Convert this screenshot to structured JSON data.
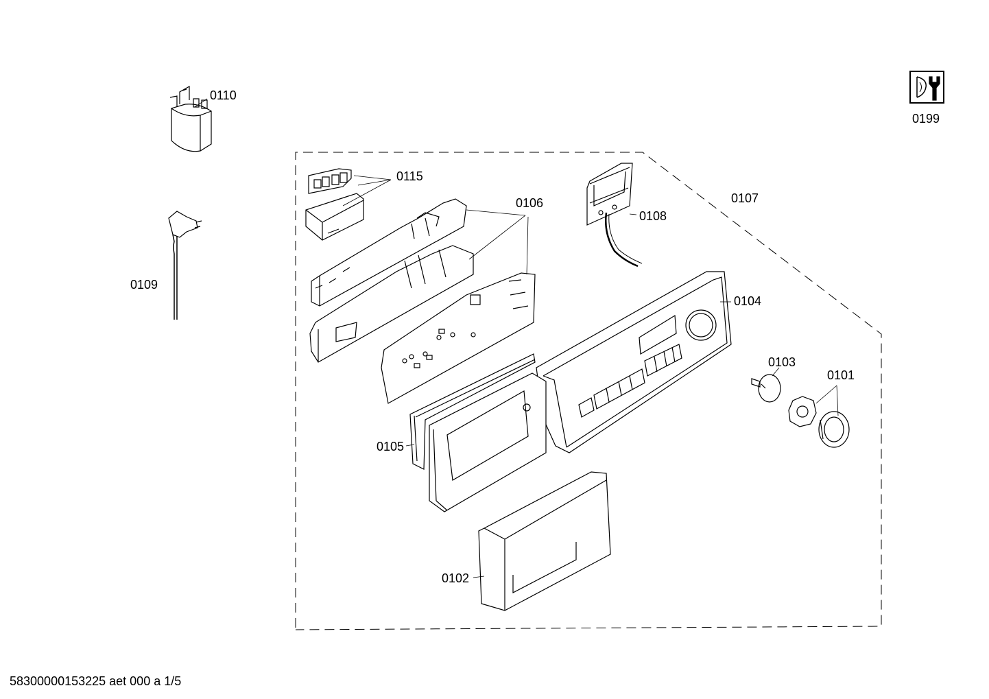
{
  "parts": [
    {
      "id": "0110"
    },
    {
      "id": "0199"
    },
    {
      "id": "0115"
    },
    {
      "id": "0106"
    },
    {
      "id": "0107"
    },
    {
      "id": "0108"
    },
    {
      "id": "0109"
    },
    {
      "id": "0104"
    },
    {
      "id": "0103"
    },
    {
      "id": "0101"
    },
    {
      "id": "0105"
    },
    {
      "id": "0102"
    }
  ],
  "footer": "58300000153225 aet 000 a 1/5",
  "icons": {
    "service": "service-wrench-icon"
  },
  "colors": {
    "line": "#000000",
    "background": "#ffffff"
  }
}
